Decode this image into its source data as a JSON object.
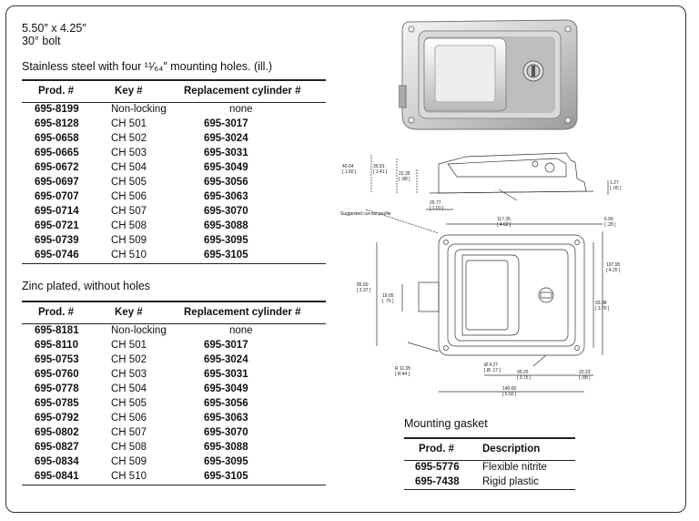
{
  "header": {
    "size": "5.50″ x 4.25″",
    "bolt": "30° bolt"
  },
  "section1": {
    "title": "Stainless steel with four ¹¹⁄₆₄″ mounting holes. (ill.)",
    "columns": [
      "Prod. #",
      "Key #",
      "Replacement cylinder #"
    ],
    "rows": [
      [
        "695-8199",
        "Non-locking",
        "none"
      ],
      [
        "695-8128",
        "CH 501",
        "695-3017"
      ],
      [
        "695-0658",
        "CH 502",
        "695-3024"
      ],
      [
        "695-0665",
        "CH 503",
        "695-3031"
      ],
      [
        "695-0672",
        "CH 504",
        "695-3049"
      ],
      [
        "695-0697",
        "CH 505",
        "695-3056"
      ],
      [
        "695-0707",
        "CH 506",
        "695-3063"
      ],
      [
        "695-0714",
        "CH 507",
        "695-3070"
      ],
      [
        "695-0721",
        "CH 508",
        "695-3088"
      ],
      [
        "695-0739",
        "CH 509",
        "695-3095"
      ],
      [
        "695-0746",
        "CH 510",
        "695-3105"
      ]
    ]
  },
  "section2": {
    "title": "Zinc plated, without holes",
    "columns": [
      "Prod. #",
      "Key #",
      "Replacement cylinder #"
    ],
    "rows": [
      [
        "695-8181",
        "Non-locking",
        "none"
      ],
      [
        "695-8110",
        "CH 501",
        "695-3017"
      ],
      [
        "695-0753",
        "CH 502",
        "695-3024"
      ],
      [
        "695-0760",
        "CH 503",
        "695-3031"
      ],
      [
        "695-0778",
        "CH 504",
        "695-3049"
      ],
      [
        "695-0785",
        "CH 505",
        "695-3056"
      ],
      [
        "695-0792",
        "CH 506",
        "695-3063"
      ],
      [
        "695-0802",
        "CH 507",
        "695-3070"
      ],
      [
        "695-0827",
        "CH 508",
        "695-3088"
      ],
      [
        "695-0834",
        "CH 509",
        "695-3095"
      ],
      [
        "695-0841",
        "CH 510",
        "695-3105"
      ]
    ]
  },
  "gasket": {
    "title": "Mounting gasket",
    "columns": [
      "Prod. #",
      "Description"
    ],
    "rows": [
      [
        "695-5776",
        "Flexible nitrite"
      ],
      [
        "695-7438",
        "Rigid plastic"
      ]
    ]
  },
  "drawing": {
    "cutout_label": "Suggested cut-out profile",
    "dims": {
      "d1": "40.64",
      "d1b": "[ 1.60 ]",
      "d2": "35.81",
      "d2b": "[ 1.41 ]",
      "d3": "22.35",
      "d3b": "[ .88 ]",
      "d4": "25.77",
      "d4b": "[ 1.01 ]",
      "d5": "1.27",
      "d5b": "[ .05 ]",
      "d6": "117.35",
      "d6b": "[ 4.62 ]",
      "d7": "6.99",
      "d7b": "[ .28 ]",
      "d8": "85.60",
      "d8b": "[ 3.37 ]",
      "d9": "19.05",
      "d9b": "[ .75 ]",
      "d10": "107.95",
      "d10b": "[ 4.25 ]",
      "d11": "93.98",
      "d11b": "[ 3.70 ]",
      "d12": "R 11.05",
      "d12b": "[ R.44 ]",
      "d13": "Ø 4.27",
      "d13b": "[ Ø .17 ]",
      "d14": "95.25",
      "d14b": "[ 3.75 ]",
      "d15": "22.23",
      "d15b": "[ .88 ]",
      "d16": "140.00",
      "d16b": "[ 5.50 ]"
    }
  }
}
